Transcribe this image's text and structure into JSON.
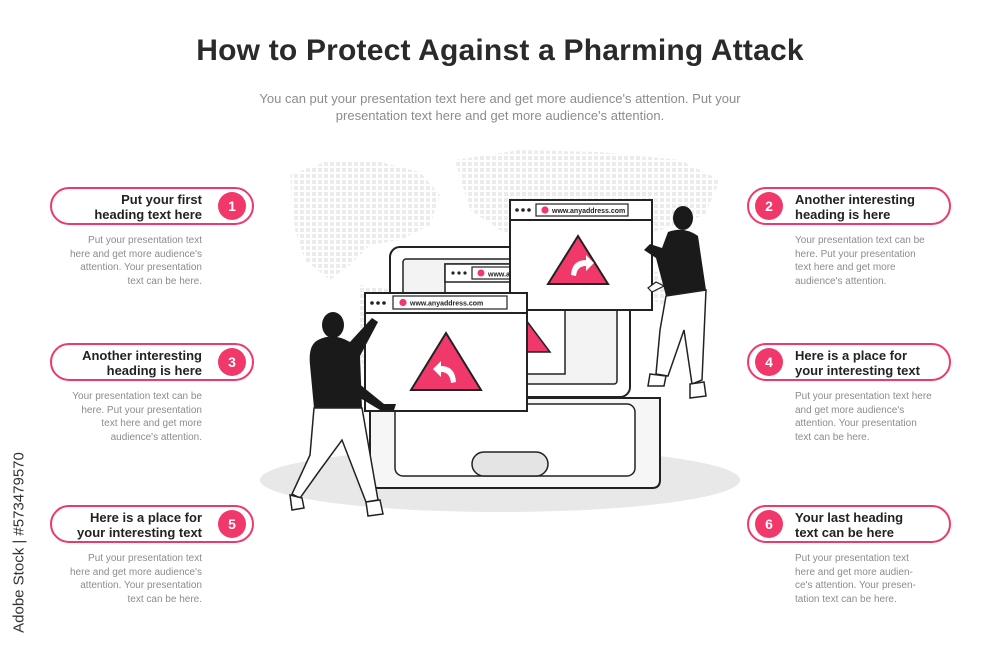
{
  "title": "How to Protect Against a Pharming Attack",
  "subtitle": "You can put your presentation text here and get more audience's attention. Put your presentation text here and get more audience's attention.",
  "accent_color": "#f0386b",
  "items": [
    {
      "number": "1",
      "heading_line1": "Put your first",
      "heading_line2": "heading text here",
      "text": [
        "Put your presentation text",
        "here and get more audience's",
        "attention. Your presentation",
        "text can be here."
      ]
    },
    {
      "number": "2",
      "heading_line1": "Another interesting",
      "heading_line2": "heading is here",
      "text": [
        "Your presentation text can be",
        "here. Put your presentation",
        "text here and get more",
        "audience's attention."
      ]
    },
    {
      "number": "3",
      "heading_line1": "Another interesting",
      "heading_line2": "heading is here",
      "text": [
        "Your presentation text can be",
        "here. Put your presentation",
        "text here and get more",
        "audience's attention."
      ]
    },
    {
      "number": "4",
      "heading_line1": "Here is a place for",
      "heading_line2": "your interesting text",
      "text": [
        "Put your presentation text here",
        "and get more audience's",
        "attention. Your presentation",
        "text can be here."
      ]
    },
    {
      "number": "5",
      "heading_line1": "Here is a place for",
      "heading_line2": "your interesting text",
      "text": [
        "Put your presentation text",
        "here and get more audience's",
        "attention. Your presentation",
        "text can be here."
      ]
    },
    {
      "number": "6",
      "heading_line1": "Your last heading",
      "heading_line2": "text can be here",
      "text": [
        "Put your presentation text",
        "here and get more audien-",
        "ce's attention. Your presen-",
        "tation text can be here."
      ]
    }
  ],
  "illustration": {
    "url_text_1": "www.anyaddress.com",
    "url_text_2": "www.anyaddress.com",
    "url_text_3": "www.anyaddr"
  },
  "watermark": "Adobe Stock | #573479570"
}
